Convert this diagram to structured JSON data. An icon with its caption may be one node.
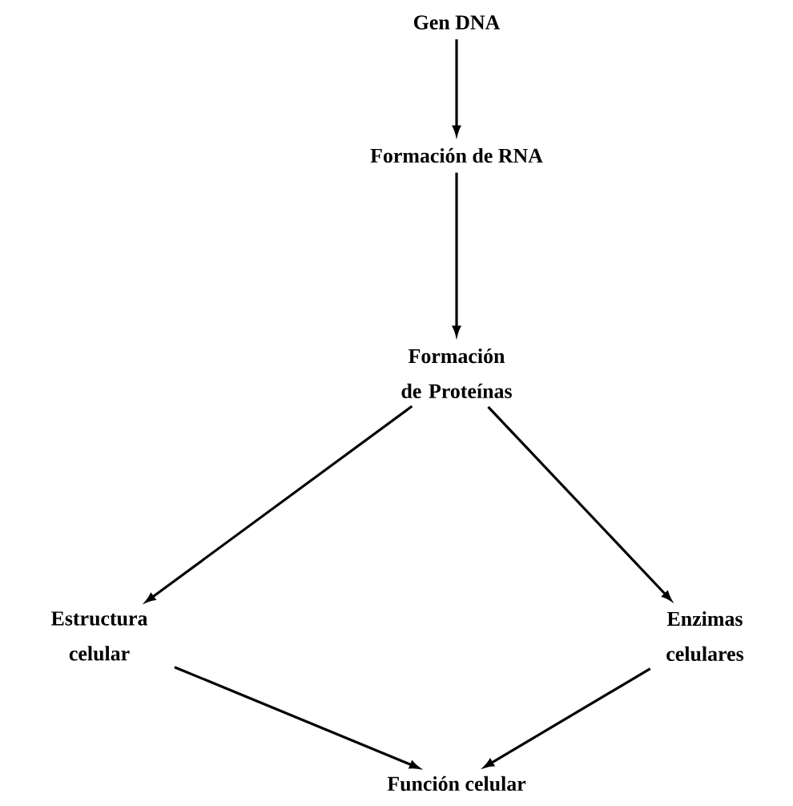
{
  "diagram": {
    "nodes": [
      {
        "text": [
          "Gen DNA"
        ]
      },
      {
        "text": [
          "Formación de RNA"
        ]
      },
      {
        "text": [
          "Formación de Proteínas"
        ]
      },
      {
        "text": [
          "Estructura celular"
        ]
      },
      {
        "text": [
          "Enzimas celulares"
        ]
      },
      {
        "text": [
          "Función celular"
        ]
      }
    ],
    "edges": [
      {
        "from": 0,
        "to": 1,
        "arrow": "to"
      },
      {
        "from": 1,
        "to": 2,
        "arrow": "to"
      },
      {
        "from": 2,
        "to": 3,
        "arrow": "to"
      },
      {
        "from": 2,
        "to": 4,
        "arrow": "to"
      },
      {
        "from": 3,
        "to": 5,
        "arrow": "to"
      },
      {
        "from": 4,
        "to": 5,
        "arrow": "to"
      }
    ]
  }
}
